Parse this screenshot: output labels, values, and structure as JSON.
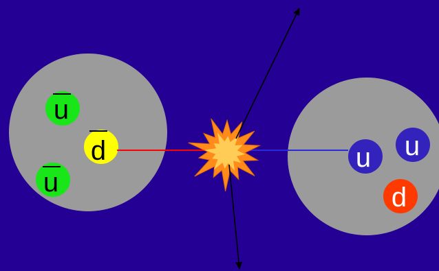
{
  "colors": {
    "background": "#240094",
    "hadron": "#9b9b9b",
    "antiquark_u": "#19e619",
    "antiquark_d": "#ffff00",
    "quark_u": "#3322bb",
    "quark_d": "#ff3a00",
    "arrow_left": "#ff0000",
    "arrow_right": "#2a2adc",
    "outgoing": "#000000",
    "burst_outer": "#ff8c1a",
    "burst_inner": "#ffcc55",
    "quark_text_dark": "#000000",
    "quark_text_light": "#ffffff"
  },
  "antiproton": {
    "quarks": [
      {
        "label": "u",
        "anti": true,
        "color_key": "antiquark_u"
      },
      {
        "label": "d",
        "anti": true,
        "color_key": "antiquark_d"
      },
      {
        "label": "u",
        "anti": true,
        "color_key": "antiquark_u"
      }
    ]
  },
  "proton": {
    "quarks": [
      {
        "label": "u",
        "anti": false,
        "color_key": "quark_u"
      },
      {
        "label": "u",
        "anti": false,
        "color_key": "quark_u"
      },
      {
        "label": "d",
        "anti": false,
        "color_key": "quark_d"
      }
    ]
  },
  "icons": {
    "collision": "explosion-burst-icon"
  }
}
